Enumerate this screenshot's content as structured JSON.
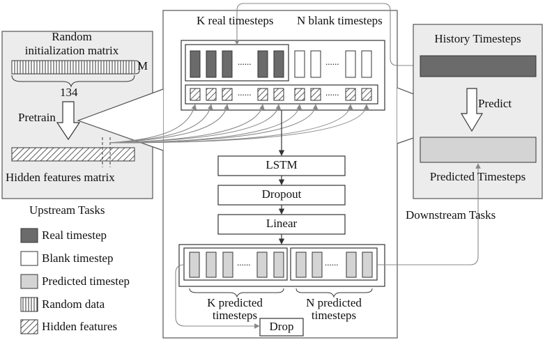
{
  "upstream": {
    "matrix_label_line1": "Random",
    "matrix_label_line2": "initialization matrix",
    "m_label": "M",
    "width_label": "134",
    "pretrain_label": "Pretrain",
    "hidden_label": "Hidden features matrix",
    "section_label": "Upstream Tasks"
  },
  "model": {
    "k_real_label": "K real timesteps",
    "n_blank_label": "N blank timesteps",
    "dots": "......",
    "lstm_label": "LSTM",
    "dropout_label": "Dropout",
    "linear_label": "Linear",
    "k_pred_line1": "K predicted",
    "k_pred_line2": "timesteps",
    "n_pred_line1": "N predicted",
    "n_pred_line2": "timesteps",
    "drop_label": "Drop"
  },
  "downstream": {
    "history_label": "History Timesteps",
    "predict_label": "Predict",
    "predicted_label": "Predicted Timesteps",
    "section_label": "Downstream Tasks"
  },
  "legend": [
    {
      "label": "Real timestep",
      "fill": "#6b6b6b",
      "pattern": "none"
    },
    {
      "label": "Blank timestep",
      "fill": "#ffffff",
      "pattern": "none"
    },
    {
      "label": "Predicted timestep",
      "fill": "#d4d4d4",
      "pattern": "none"
    },
    {
      "label": "Random data",
      "fill": "#ffffff",
      "pattern": "vertical-lines"
    },
    {
      "label": "Hidden features",
      "fill": "#ffffff",
      "pattern": "diagonal-hatch"
    }
  ],
  "colors": {
    "real": "#6b6b6b",
    "predicted": "#d4d4d4",
    "panel_bg": "#ececec",
    "connector": "#888888",
    "stroke": "#333333"
  }
}
